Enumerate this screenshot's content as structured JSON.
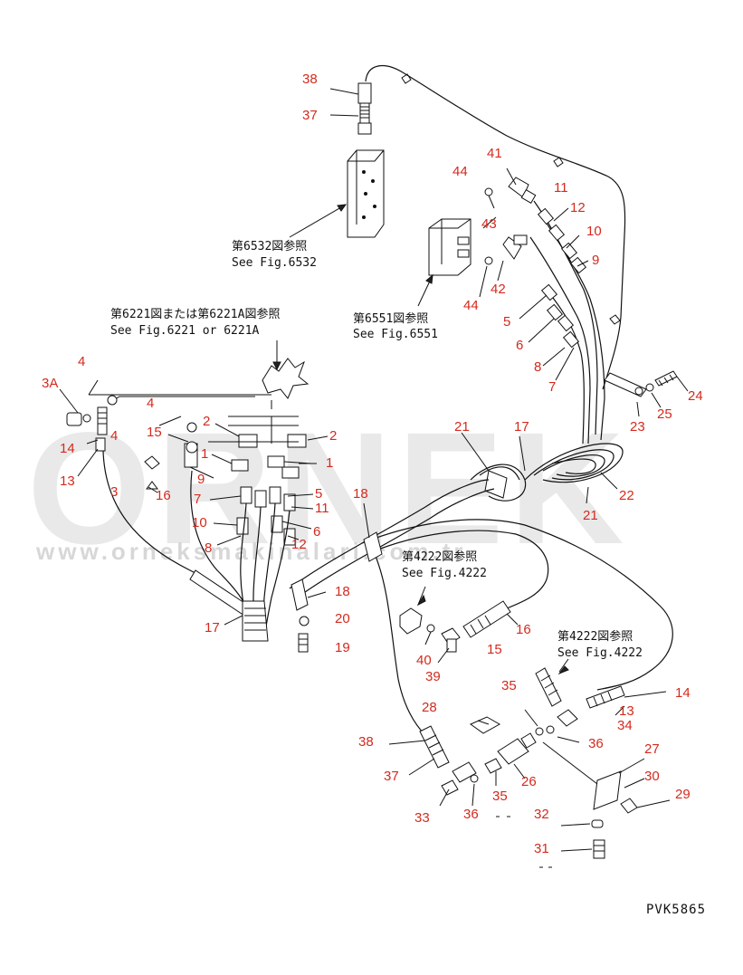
{
  "watermark": {
    "brand": "ORNEK",
    "url": "www.orneksmakinalari.com.tr"
  },
  "drawing_code": "PVK5865",
  "references": {
    "r6532_jp": "第6532図参照",
    "r6532_en": "See Fig.6532",
    "r6551_jp": "第6551図参照",
    "r6551_en": "See Fig.6551",
    "r6221_jp": "第6221図または第6221A図参照",
    "r6221_en": "See Fig.6221 or 6221A",
    "r4222a_jp": "第4222図参照",
    "r4222a_en": "See Fig.4222",
    "r4222b_jp": "第4222図参照",
    "r4222b_en": "See Fig.4222"
  },
  "part_labels": {
    "p38_top": "38",
    "p37_top": "37",
    "p44_top": "44",
    "p41": "41",
    "p43": "43",
    "p42": "42",
    "p44_mid": "44",
    "p11_top": "11",
    "p12_top": "12",
    "p10_top": "10",
    "p9_top": "9",
    "p5_right": "5",
    "p6_right": "6",
    "p8_right": "8",
    "p7_right": "7",
    "p24": "24",
    "p25": "25",
    "p23": "23",
    "p4_top": "4",
    "p3A": "3A",
    "p4_mid": "4",
    "p2_left": "2",
    "p2_right": "2",
    "p14_left": "14",
    "p4_left": "4",
    "p13_left": "13",
    "p15_left": "15",
    "p1_left": "1",
    "p1_right": "1",
    "p9_left": "9",
    "p3": "3",
    "p16_left": "16",
    "p7_left": "7",
    "p10_left": "10",
    "p8_left": "8",
    "p5_left": "5",
    "p11_left": "11",
    "p6_left": "6",
    "p12_left": "12",
    "p21_top": "21",
    "p17_top": "17",
    "p22": "22",
    "p21_bot": "21",
    "p18_top": "18",
    "p18_mid": "18",
    "p20": "20",
    "p19": "19",
    "p17_bot": "17",
    "p16_mid": "16",
    "p15_mid": "15",
    "p40": "40",
    "p39": "39",
    "p14_right": "14",
    "p13_right": "13",
    "p35_top": "35",
    "p34": "34",
    "p36_right": "36",
    "p28": "28",
    "p27": "27",
    "p30": "30",
    "p29": "29",
    "p38_bot": "38",
    "p37_bot": "37",
    "p26": "26",
    "p35_bot": "35",
    "p33": "33",
    "p36_bot": "36",
    "p32": "32",
    "p31": "31"
  }
}
